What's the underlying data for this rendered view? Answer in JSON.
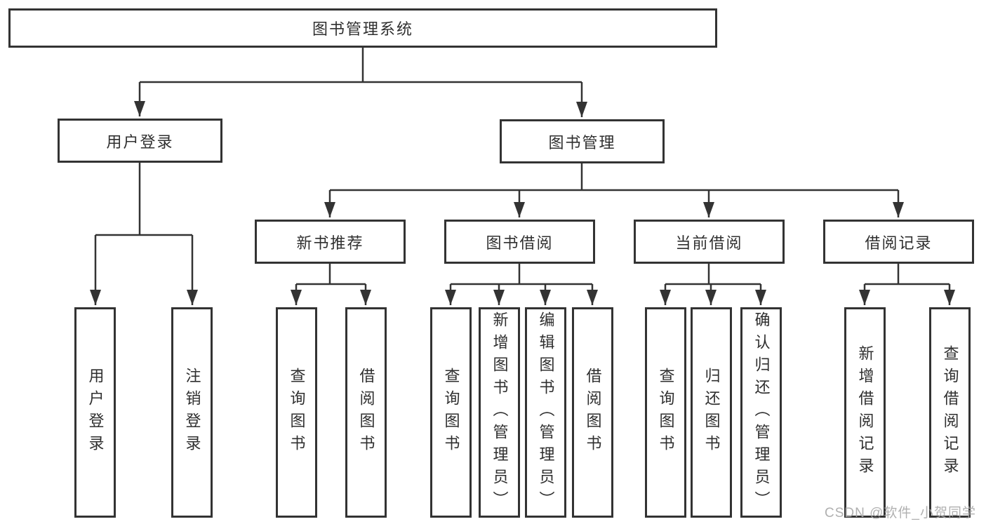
{
  "tree": {
    "root": {
      "label": "图书管理系统"
    },
    "level2": [
      {
        "label": "用户登录"
      },
      {
        "label": "图书管理"
      }
    ],
    "level3": [
      {
        "label": "新书推荐"
      },
      {
        "label": "图书借阅"
      },
      {
        "label": "当前借阅"
      },
      {
        "label": "借阅记录"
      }
    ],
    "leaves": [
      {
        "label": "用户登录"
      },
      {
        "label": "注销登录"
      },
      {
        "label": "查询图书"
      },
      {
        "label": "借阅图书"
      },
      {
        "label": "查询图书"
      },
      {
        "label": "新增图书（管理员）"
      },
      {
        "label": "编辑图书（管理员）"
      },
      {
        "label": "借阅图书"
      },
      {
        "label": "查询图书"
      },
      {
        "label": "归还图书"
      },
      {
        "label": "确认归还（管理员）"
      },
      {
        "label": "新增借阅记录"
      },
      {
        "label": "查询借阅记录"
      }
    ]
  },
  "watermark": {
    "text": "CSDN @软件_小贺同学"
  },
  "colors": {
    "line": "#333333",
    "box_border": "#333333",
    "text": "#2f2f2f",
    "watermark": "#a8a8a8",
    "background": "#ffffff"
  }
}
